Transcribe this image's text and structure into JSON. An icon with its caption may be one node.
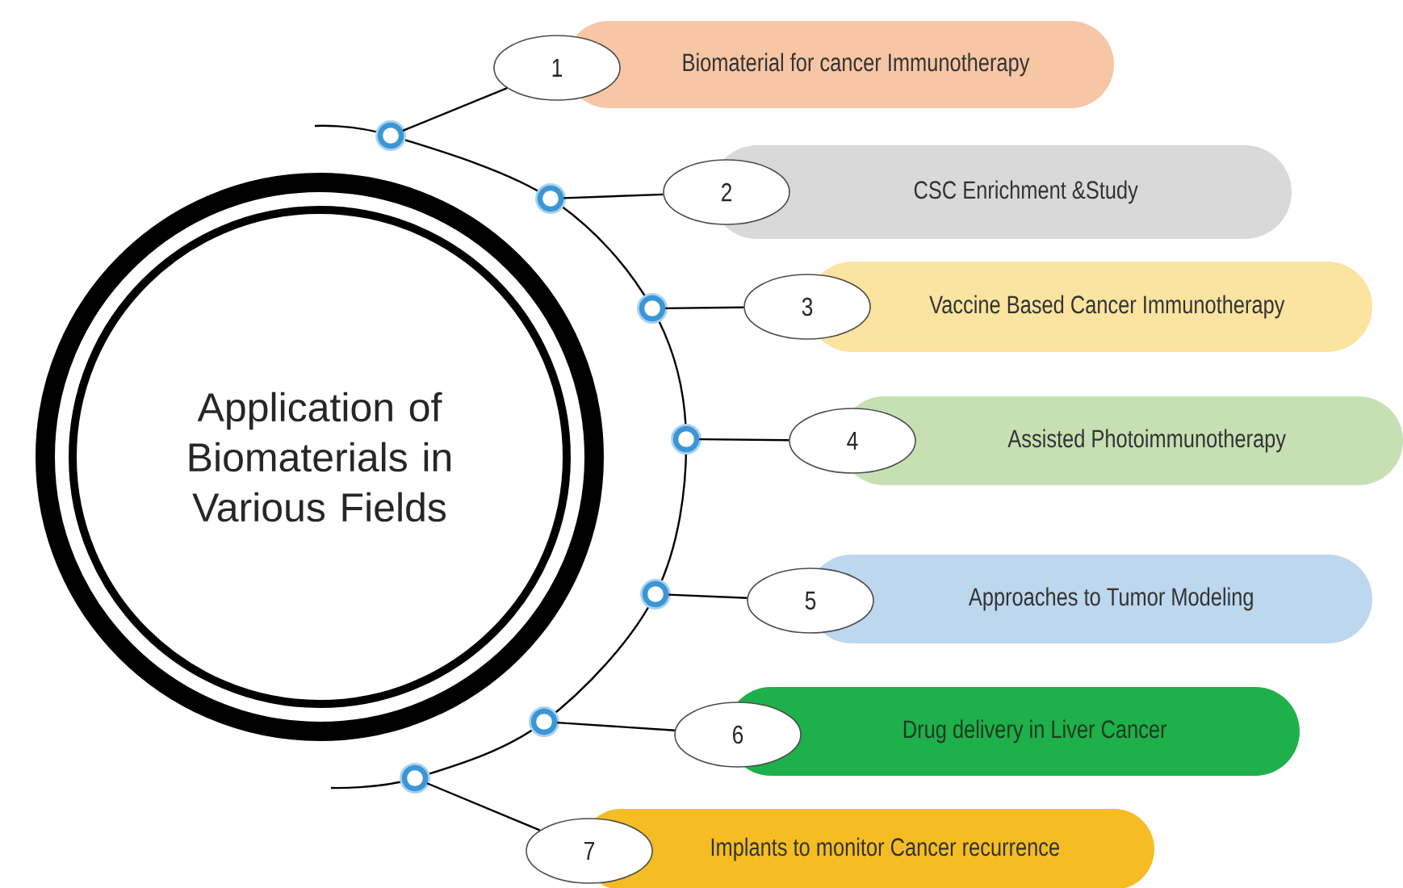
{
  "diagram": {
    "nodes": [
      {
        "text": [
          "Application of Biomaterials in Various Fields"
        ]
      },
      {
        "text": [],
        "shape": "circle"
      },
      {
        "text": [
          "1"
        ]
      },
      {
        "text": [
          "Biomaterial for cancer Immunotherapy"
        ]
      },
      {
        "text": [],
        "shape": "circle"
      },
      {
        "text": [
          "2"
        ]
      },
      {
        "text": [
          "CSC Enrichment &Study"
        ]
      },
      {
        "text": [],
        "shape": "circle"
      },
      {
        "text": [
          "3"
        ]
      },
      {
        "text": [
          "Vaccine Based  Cancer Immunotherapy"
        ]
      },
      {
        "text": [],
        "shape": "circle"
      },
      {
        "text": [
          "4"
        ]
      },
      {
        "text": [
          "Assisted Photoimmunotherapy"
        ]
      },
      {
        "text": [],
        "shape": "circle"
      },
      {
        "text": [
          "5"
        ]
      },
      {
        "text": [
          "Approaches to Tumor Modeling"
        ]
      },
      {
        "text": [],
        "shape": "circle"
      },
      {
        "text": [
          "6"
        ]
      },
      {
        "text": [
          "Drug delivery in Liver Cancer"
        ]
      },
      {
        "text": [],
        "shape": "circle"
      },
      {
        "text": [
          "7"
        ]
      },
      {
        "text": [
          "Implants to monitor Cancer recurrence"
        ]
      }
    ],
    "edges": [
      {
        "from": 1,
        "to": 2,
        "arrow": "none"
      },
      {
        "from": 4,
        "to": 5,
        "arrow": "none"
      },
      {
        "from": 7,
        "to": 8,
        "arrow": "none"
      },
      {
        "from": 10,
        "to": 11,
        "arrow": "none"
      },
      {
        "from": 13,
        "to": 14,
        "arrow": "none"
      },
      {
        "from": 16,
        "to": 17,
        "arrow": "none"
      },
      {
        "from": 19,
        "to": 20,
        "arrow": "none"
      }
    ]
  }
}
